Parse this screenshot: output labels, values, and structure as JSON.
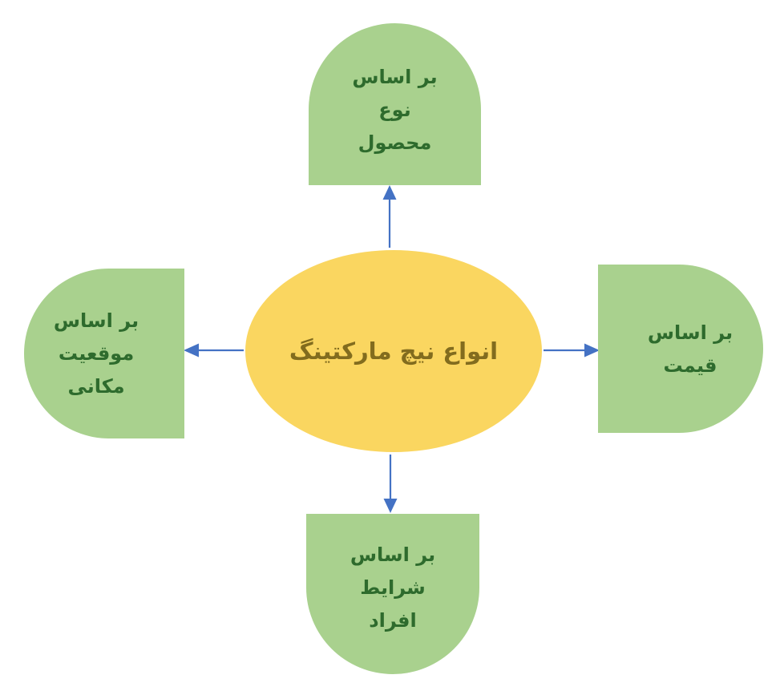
{
  "diagram": {
    "center": {
      "label": "انواع نیچ مارکتینگ"
    },
    "nodes": [
      {
        "id": "product-type",
        "position": "top",
        "lines": [
          "بر اساس",
          "نوع",
          "محصول"
        ]
      },
      {
        "id": "price",
        "position": "right",
        "lines": [
          "بر اساس",
          "قیمت"
        ]
      },
      {
        "id": "location",
        "position": "left",
        "lines": [
          "بر اساس",
          "موقعیت",
          "مکانی"
        ]
      },
      {
        "id": "people-conditions",
        "position": "bottom",
        "lines": [
          "بر اساس",
          "شرایط",
          "افراد"
        ]
      }
    ],
    "colors": {
      "node_fill": "#A9D18E",
      "node_text": "#2E6B2D",
      "center_fill": "#FAD660",
      "center_text": "#826C1E",
      "arrow": "#4472C4",
      "background": "#FFFFFF"
    }
  }
}
